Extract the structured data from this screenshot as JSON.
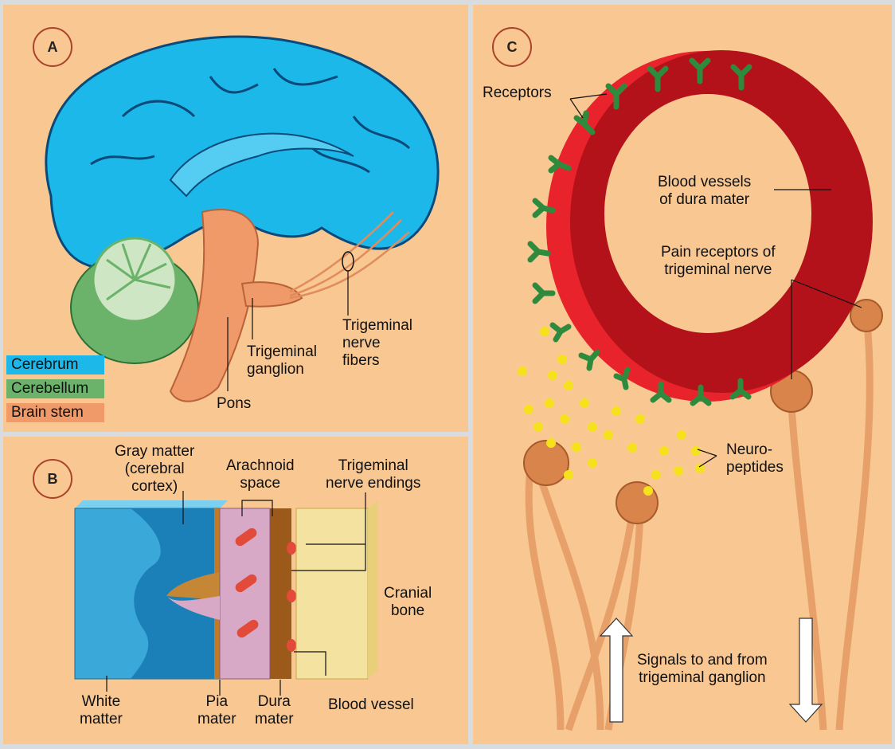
{
  "panel_a": {
    "badge": "A",
    "legend": [
      {
        "label": "Cerebrum",
        "color": "#1db8ea"
      },
      {
        "label": "Cerebellum",
        "color": "#6bb36a"
      },
      {
        "label": "Brain stem",
        "color": "#f09a6a"
      }
    ],
    "labels": {
      "trigeminal_nerve_fibers": [
        "Trigeminal",
        "nerve",
        "fibers"
      ],
      "trigeminal_ganglion": [
        "Trigeminal",
        "ganglion"
      ],
      "pons": "Pons"
    }
  },
  "panel_b": {
    "badge": "B",
    "labels": {
      "gray_matter": [
        "Gray matter",
        "(cerebral",
        "cortex)"
      ],
      "arachnoid_space": [
        "Arachnoid",
        "space"
      ],
      "trigeminal_nerve_endings": [
        "Trigeminal",
        "nerve endings"
      ],
      "cranial_bone": [
        "Cranial",
        "bone"
      ],
      "white_matter": [
        "White",
        "matter"
      ],
      "pia_mater": [
        "Pia",
        "mater"
      ],
      "dura_mater": [
        "Dura",
        "mater"
      ],
      "blood_vessel": "Blood vessel"
    }
  },
  "panel_c": {
    "badge": "C",
    "labels": {
      "receptors": "Receptors",
      "blood_vessels": [
        "Blood vessels",
        "of dura mater"
      ],
      "pain_receptors": [
        "Pain receptors of",
        "trigeminal nerve"
      ],
      "neuropeptides": [
        "Neuro-",
        "peptides"
      ],
      "signals": [
        "Signals to and from",
        "trigeminal ganglion"
      ]
    }
  },
  "colors": {
    "panel_bg": "#f9c791",
    "cerebrum": "#1db8ea",
    "cerebellum": "#6bb36a",
    "brain_stem": "#f09a6a",
    "vessel_red": "#e8232b",
    "receptor_green": "#2e8b3e",
    "neuropeptide_yellow": "#f5e21c"
  }
}
